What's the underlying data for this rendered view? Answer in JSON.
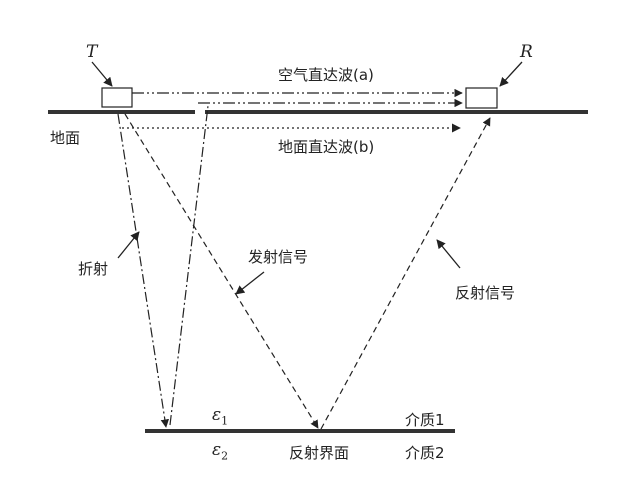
{
  "labels": {
    "transmitter": "T",
    "receiver": "R",
    "ground": "地面",
    "air_wave": "空气直达波(a)",
    "ground_wave": "地面直达波(b)",
    "refraction": "折射",
    "emitted_signal": "发射信号",
    "reflected_signal": "反射信号",
    "epsilon1": "ε",
    "epsilon1_sub": "1",
    "epsilon2": "ε",
    "epsilon2_sub": "2",
    "reflect_interface": "反射界面",
    "medium1": "介质1",
    "medium2": "介质2"
  }
}
